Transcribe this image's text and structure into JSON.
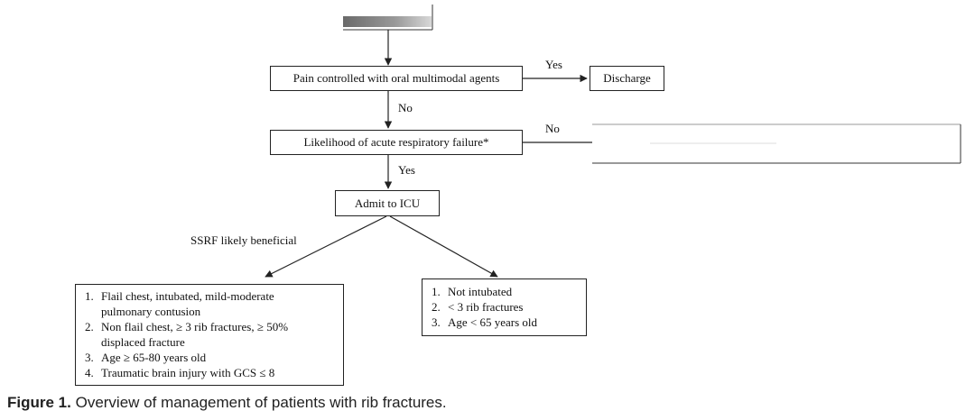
{
  "nodes": {
    "pain": "Pain controlled with oral multimodal agents",
    "discharge": "Discharge",
    "likelihood": "Likelihood of acute respiratory failure*",
    "icu": "Admit to ICU"
  },
  "edges": {
    "yes_discharge": "Yes",
    "no_pain": "No",
    "no_likelihood": "No",
    "yes_icu": "Yes",
    "ssrf": "SSRF likely beneficial"
  },
  "left_box": {
    "items": [
      {
        "num": "1.",
        "text": "Flail chest, intubated, mild-moderate",
        "cont": "pulmonary contusion"
      },
      {
        "num": "2.",
        "text": "Non flail chest, ≥ 3 rib fractures, ≥ 50%",
        "cont": "displaced fracture"
      },
      {
        "num": "3.",
        "text": "Age ≥ 65-80 years old",
        "cont": ""
      },
      {
        "num": "4.",
        "text": "Traumatic brain injury with GCS ≤ 8",
        "cont": ""
      }
    ]
  },
  "right_box": {
    "items": [
      {
        "num": "1.",
        "text": "Not intubated"
      },
      {
        "num": "2.",
        "text": "< 3 rib fractures"
      },
      {
        "num": "3.",
        "text": "Age < 65 years old"
      }
    ]
  },
  "caption": {
    "label": "Figure 1.",
    "text": "Overview of management of patients with rib fractures."
  }
}
